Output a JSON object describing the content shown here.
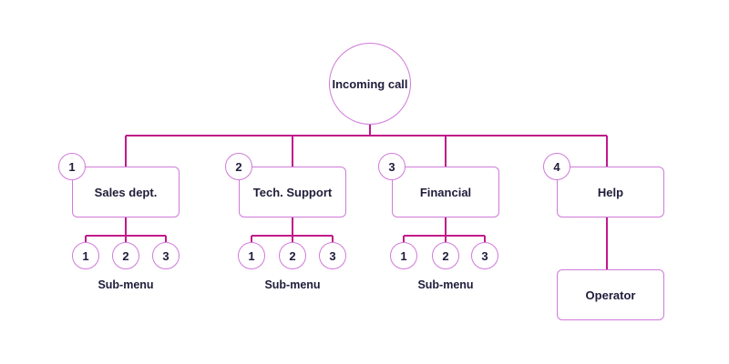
{
  "colors": {
    "connector": "#c1198a",
    "node_border": "#d07ad9",
    "text": "#1f1d3a"
  },
  "root": {
    "label": "Incoming call"
  },
  "departments": [
    {
      "number": "1",
      "label": "Sales dept.",
      "submenu": {
        "options": [
          "1",
          "2",
          "3"
        ],
        "label": "Sub-menu"
      }
    },
    {
      "number": "2",
      "label": "Tech. Support",
      "submenu": {
        "options": [
          "1",
          "2",
          "3"
        ],
        "label": "Sub-menu"
      }
    },
    {
      "number": "3",
      "label": "Financial",
      "submenu": {
        "options": [
          "1",
          "2",
          "3"
        ],
        "label": "Sub-menu"
      }
    },
    {
      "number": "4",
      "label": "Help",
      "target": {
        "label": "Operator"
      }
    }
  ]
}
